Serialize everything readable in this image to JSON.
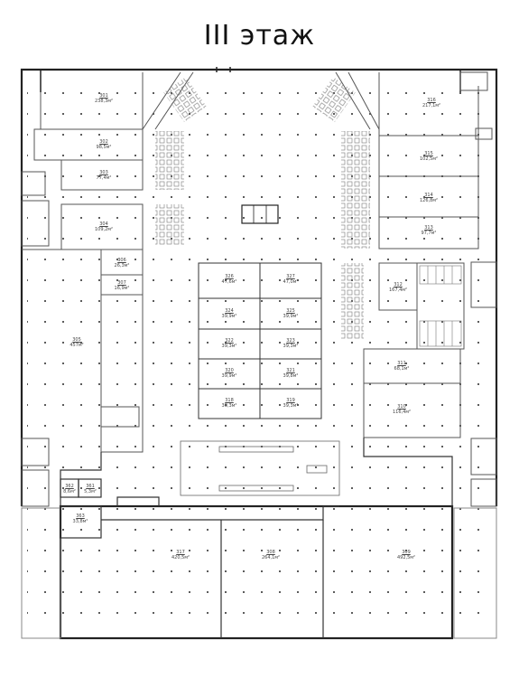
{
  "title": "III этаж",
  "watermark": "",
  "rooms": [
    {
      "id": "301",
      "area": "238,3м²"
    },
    {
      "id": "302",
      "area": "98,5м²"
    },
    {
      "id": "303",
      "area": "77,4м²"
    },
    {
      "id": "304",
      "area": "109,2м²"
    },
    {
      "id": "305",
      "area": "457м²"
    },
    {
      "id": "306",
      "area": "26,3м²"
    },
    {
      "id": "307",
      "area": "16,9м²"
    },
    {
      "id": "316",
      "area": "217,1м²"
    },
    {
      "id": "315",
      "area": "102,5м²"
    },
    {
      "id": "314",
      "area": "126,8м²"
    },
    {
      "id": "313",
      "area": "97,7м²"
    },
    {
      "id": "326",
      "area": "47,6м²"
    },
    {
      "id": "327",
      "area": "47,0м²"
    },
    {
      "id": "324",
      "area": "39,9м²"
    },
    {
      "id": "325",
      "area": "39,9м²"
    },
    {
      "id": "322",
      "area": "39,3м²"
    },
    {
      "id": "323",
      "area": "39,3м²"
    },
    {
      "id": "320",
      "area": "39,9м²"
    },
    {
      "id": "321",
      "area": "39,8м²"
    },
    {
      "id": "318",
      "area": "39,3м²"
    },
    {
      "id": "319",
      "area": "39,3м²"
    },
    {
      "id": "312",
      "area": "167,4м²"
    },
    {
      "id": "311",
      "area": "68,1м²"
    },
    {
      "id": "310",
      "area": "116,4м²"
    },
    {
      "id": "362",
      "area": "8,6м²"
    },
    {
      "id": "361",
      "area": "5,3м²"
    },
    {
      "id": "363",
      "area": "33,8м²"
    },
    {
      "id": "317",
      "area": "420,5м²"
    },
    {
      "id": "308",
      "area": "264,1м²"
    },
    {
      "id": "309",
      "area": "492,5м²"
    }
  ]
}
